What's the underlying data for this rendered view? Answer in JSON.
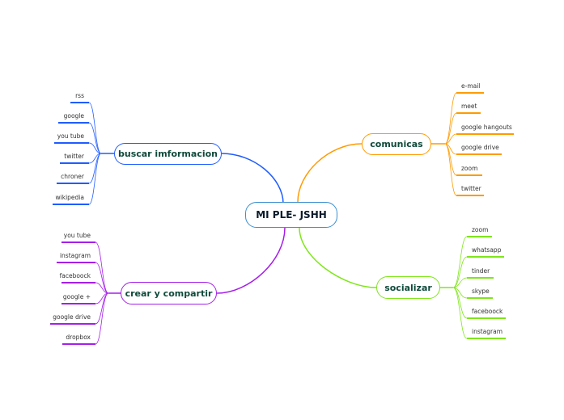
{
  "center": {
    "label": "MI PLE- JSHH",
    "color": "#3a8fd0"
  },
  "branches": [
    {
      "id": "buscar",
      "label": "buscar imformacion",
      "color": "#1f5cff",
      "items": [
        "rss",
        "google",
        "you tube",
        "twitter",
        "chroner",
        "wikipedia"
      ]
    },
    {
      "id": "comunicas",
      "label": "comunicas",
      "color": "#ff9a00",
      "items": [
        "e-mail",
        "meet",
        "google hangouts",
        "google drive",
        "zoom",
        "twitter"
      ]
    },
    {
      "id": "crear",
      "label": "crear y compartir",
      "color": "#a51fe8",
      "items": [
        "you tube",
        "instagram",
        "faceboock",
        "google +",
        "google drive",
        "dropbox"
      ]
    },
    {
      "id": "socializar",
      "label": "socializar",
      "color": "#7fe61a",
      "items": [
        "zoom",
        "whatsapp",
        "tinder",
        "skype",
        "faceboock",
        "instagram"
      ]
    }
  ]
}
